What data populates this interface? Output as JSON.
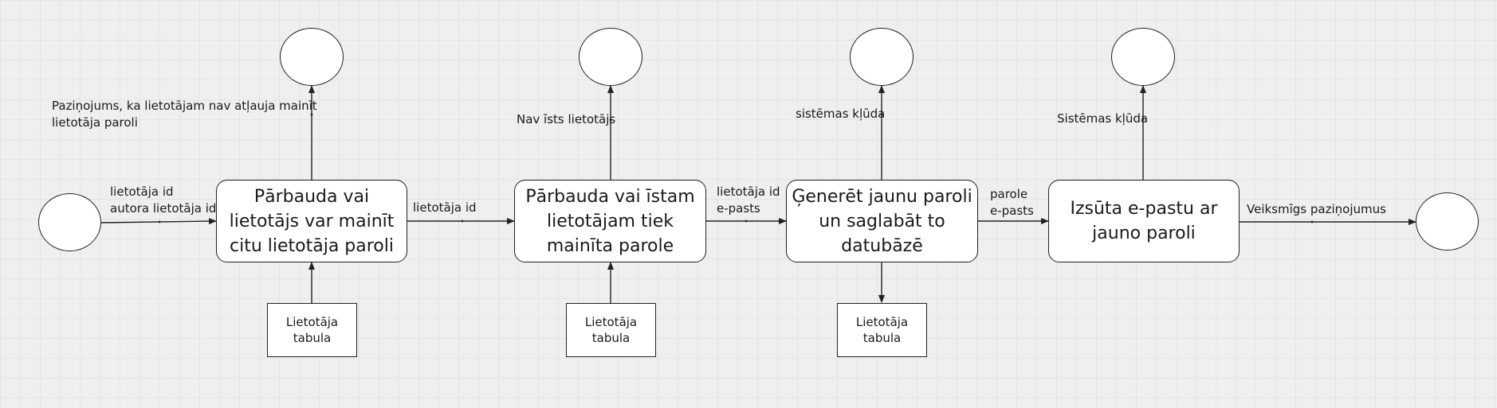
{
  "processes": [
    {
      "id": "p1",
      "label": "Pārbauda vai lietotājs var mainīt citu lietotāja paroli"
    },
    {
      "id": "p2",
      "label": "Pārbauda vai īstam lietotājam tiek mainīta parole"
    },
    {
      "id": "p3",
      "label": "Ģenerēt jaunu paroli un saglabāt to datubāzē"
    },
    {
      "id": "p4",
      "label": "Izsūta e-pastu ar jauno paroli"
    }
  ],
  "data_stores": [
    {
      "label": "Lietotāja\ntabula"
    },
    {
      "label": "Lietotāja\ntabula"
    },
    {
      "label": "Lietotāja\ntabula"
    }
  ],
  "flow_labels": {
    "input": "lietotāja id\nautora lietotāja id",
    "p1_to_p2": "lietotāja id",
    "p2_to_p3": "lietotāja id\ne-pasts",
    "p3_to_p4": "parole\ne-pasts",
    "output": "Veiksmīgs paziņojumus"
  },
  "error_labels": {
    "p1": "Paziņojums, ka lietotājam nav atļauja mainīt\nlietotāja paroli",
    "p2": "Nav īsts lietotājs",
    "p3": "sistēmas kļūda",
    "p4": "Sistēmas kļūda"
  },
  "colors": {
    "background": "#efefef",
    "grid": "#e4e4e4",
    "shape_fill": "#ffffff",
    "stroke": "#222222"
  }
}
